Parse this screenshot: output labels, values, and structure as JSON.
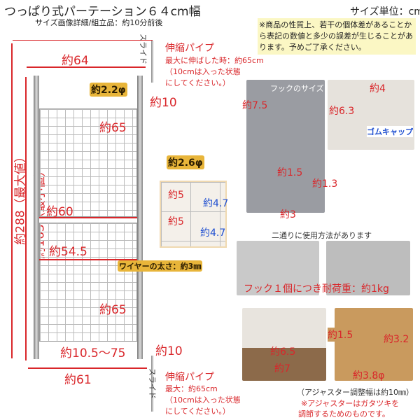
{
  "title": "つっぱり式パーテーション６４cm幅",
  "subtitle": "サイズ画像詳細/組立品：約10分前後",
  "unit": "サイズ単位：cm",
  "note": "※商品の性質上、若干の個体差があることから表記の数値と多少の誤差が生じることがあります。予めご了承ください。",
  "main": {
    "max_height": "約288（最大値）",
    "min_height": "約163（最小値）",
    "width_top": "約64",
    "pole_top_d": "約2.2φ",
    "top_10": "約10",
    "frame_d": "約2.6φ",
    "panel_h_top": "約65",
    "panel_w": "約60",
    "inner_w": "約54.5",
    "panel_h_bottom": "約65",
    "gap": "約10.5～75",
    "bottom_10": "約10",
    "width_bottom": "約61",
    "slide_top": "スライド",
    "slide_bottom": "スライド"
  },
  "pipe_top": {
    "title": "伸縮パイプ",
    "l1": "最大に伸ばした時：約65cm",
    "l2": "（10cmは入った状態",
    "l3": "にしてください。）"
  },
  "pipe_bottom": {
    "title": "伸縮パイプ",
    "l1": "最大：約65cm",
    "l2": "（10cmは入った状態",
    "l3": "にしてください。）"
  },
  "mesh": {
    "v1": "約5",
    "v2": "約5",
    "h1": "約4.7",
    "h2": "約4.7",
    "wire": "ワイヤーの太さ：約3㎜"
  },
  "hook": {
    "title": "フックのサイズ",
    "h": "約7.5",
    "a": "約1.5",
    "b": "約1.3",
    "w": "約3",
    "usage": "二通りに使用方法があります",
    "load": "フック１個につき耐荷重：約1kg"
  },
  "cap": {
    "w": "約4",
    "h": "約6.3",
    "label": "ゴムキャップ"
  },
  "foot": {
    "a": "約6.5",
    "b": "約7"
  },
  "adjuster": {
    "a": "約1.5",
    "b": "約3.2",
    "d": "約3.8φ",
    "range": "（アジャスター調整幅は約10㎜）",
    "n1": "※アジャスターはガタツキを",
    "n2": "調節するためのものです。"
  },
  "colors": {
    "accent": "#d9262a",
    "blue": "#1f4fd0",
    "note_bg": "#fbf7c4"
  }
}
